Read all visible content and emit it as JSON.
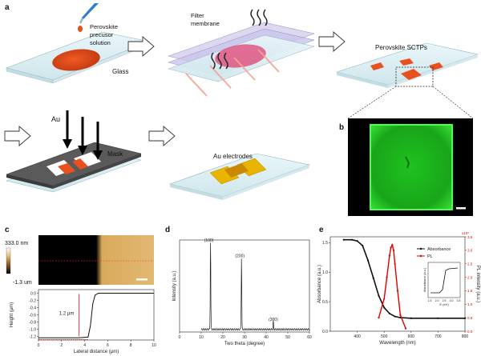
{
  "panels": {
    "a": "a",
    "b": "b",
    "c": "c",
    "d": "d",
    "e": "e"
  },
  "schematic": {
    "perovskite_line1": "Perovskite",
    "perovskite_line2": "precusor",
    "perovskite_line3": "solution",
    "glass": "Glass",
    "filter_line1": "Filter",
    "filter_line2": "membrane",
    "sctps": "Perovskite SCTPs",
    "au": "Au",
    "mask": "Mask",
    "au_electrodes": "Au electrodes"
  },
  "afm": {
    "scale_max": "333.0 nm",
    "scale_min": "-1.3 um",
    "step_label": "1.2 μm",
    "ylabel": "Height (μm)",
    "xlabel": "Lateral distance (μm)",
    "xticks": [
      "0",
      "2",
      "4",
      "6",
      "8",
      "10"
    ],
    "yticks": [
      "0.0",
      "-0.2",
      "-0.4",
      "-0.6",
      "-0.8",
      "-1.0",
      "-1.2"
    ]
  },
  "colors": {
    "perovskite": "#e8501f",
    "au": "#e8b400",
    "green": "#22d622",
    "red": "#e00000",
    "afm_gold": "#d8aa5c"
  },
  "chart_data": [
    {
      "type": "line",
      "panel": "c",
      "xlabel": "Lateral distance (μm)",
      "ylabel": "Height (μm)",
      "xlim": [
        0,
        10
      ],
      "ylim": [
        -1.3,
        0.1
      ],
      "series": [
        {
          "x": [
            0,
            2,
            3.5,
            4.3,
            4.5,
            4.7,
            4.9,
            5.2,
            6,
            8,
            10
          ],
          "y": [
            -1.24,
            -1.24,
            -1.24,
            -1.22,
            -0.9,
            -0.3,
            -0.05,
            0.0,
            0.0,
            0.0,
            0.0
          ]
        }
      ]
    },
    {
      "type": "line",
      "panel": "d",
      "xlabel": "Two theta (degree)",
      "ylabel": "Intensity (a.u.)",
      "xlim": [
        0,
        60
      ],
      "xticks": [
        "0",
        "10",
        "20",
        "30",
        "40",
        "50",
        "60"
      ],
      "peaks": [
        {
          "label": "(100)",
          "x": 14.3,
          "y": 1.0
        },
        {
          "label": "(200)",
          "x": 28.6,
          "y": 0.82
        },
        {
          "label": "(300)",
          "x": 43.3,
          "y": 0.09
        }
      ],
      "baseline": 0.03
    },
    {
      "type": "line",
      "panel": "e",
      "xlabel": "Wavelength (nm)",
      "ylabel": "Absorbance (a.u.)",
      "y2label": "PL intensity (a.u.)",
      "y2_exponent": "x10⁵",
      "xlim": [
        300,
        800
      ],
      "ylim": [
        0,
        1.6
      ],
      "y2lim": [
        0,
        3.5
      ],
      "xticks": [
        "400",
        "500",
        "600",
        "700",
        "800"
      ],
      "yticks": [
        "0.0",
        "0.5",
        "1.0",
        "1.5"
      ],
      "y2ticks": [
        "0.0",
        "0.5",
        "1.0",
        "1.5",
        "2.0",
        "2.5",
        "3.0",
        "3.5"
      ],
      "legend": [
        "Absorbance",
        "PL"
      ],
      "series": [
        {
          "name": "Absorbance",
          "x": [
            350,
            380,
            400,
            420,
            440,
            460,
            480,
            500,
            520,
            540,
            560,
            600,
            700,
            800
          ],
          "y": [
            1.55,
            1.55,
            1.53,
            1.45,
            1.2,
            0.9,
            0.6,
            0.4,
            0.3,
            0.25,
            0.23,
            0.22,
            0.22,
            0.22
          ]
        },
        {
          "name": "PL",
          "x": [
            480,
            500,
            510,
            520,
            525,
            530,
            535,
            540,
            550,
            560,
            580
          ],
          "y": [
            0.5,
            1.2,
            2.0,
            2.8,
            3.1,
            3.2,
            3.0,
            2.5,
            1.5,
            0.6,
            0.1
          ]
        }
      ],
      "inset": {
        "xlabel": "E (eV)",
        "ylabel": "Absorbance (a.u.)",
        "xticks": [
          "1.5",
          "2.0",
          "2.5",
          "3.0",
          "3.5"
        ]
      }
    }
  ]
}
